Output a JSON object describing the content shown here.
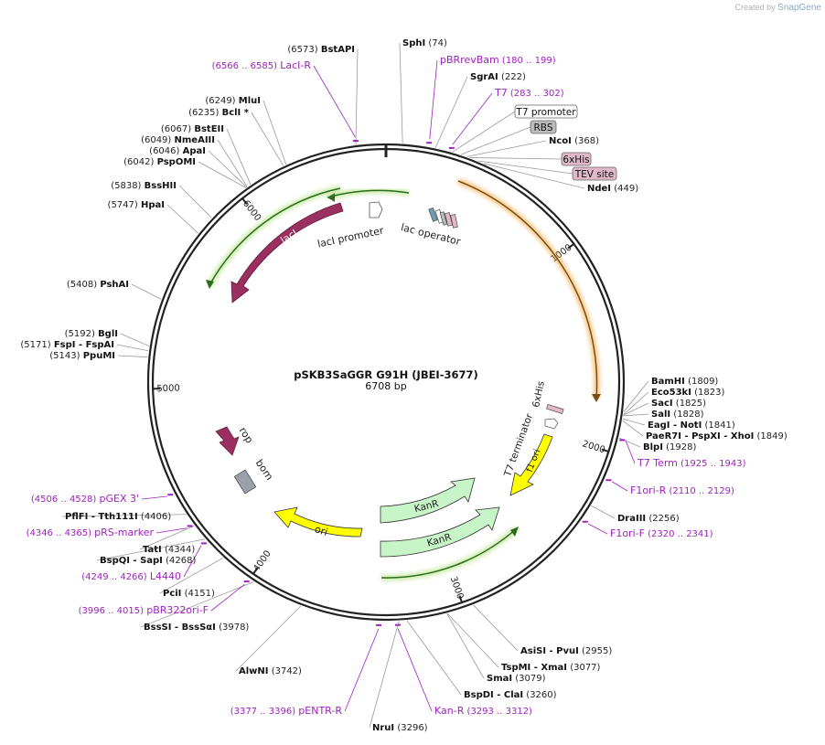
{
  "branding": {
    "created_by": "Created by",
    "app": "SnapGene"
  },
  "plasmid": {
    "name": "pSKB3SaGGR G91H (JBEI-3677)",
    "length_label": "6708 bp",
    "length": 6708
  },
  "colors": {
    "backbone": "#222222",
    "enzyme_leader": "#888888",
    "primer": "#a020c0",
    "lacI": "#9b3060",
    "ori": "#ffff00",
    "kanR": "#c8f5c8",
    "orf": "#f0a030",
    "orf_glow": "#a8e070",
    "promoter": "#ffffff",
    "rbs": "#bbbbbb",
    "hisTag": "#e0b8c8"
  },
  "ticks": [
    {
      "pos": 1000,
      "label": "1000"
    },
    {
      "pos": 2000,
      "label": "2000"
    },
    {
      "pos": 3000,
      "label": "3000"
    },
    {
      "pos": 4000,
      "label": "4000"
    },
    {
      "pos": 5000,
      "label": "5000"
    },
    {
      "pos": 6000,
      "label": "6000"
    }
  ],
  "enzymes": [
    {
      "name": "BstAPI",
      "loc": "(6573)",
      "pos": 6573
    },
    {
      "name": "SphI",
      "loc": "(74)",
      "pos": 74
    },
    {
      "name": "SgrAI",
      "loc": "(222)",
      "pos": 222
    },
    {
      "name": "NcoI",
      "loc": "(368)",
      "pos": 368
    },
    {
      "name": "NdeI",
      "loc": "(449)",
      "pos": 449
    },
    {
      "name": "MluI",
      "loc": "(6249)",
      "pos": 6249
    },
    {
      "name": "BclI *",
      "loc": "(6235)",
      "pos": 6235
    },
    {
      "name": "BstEII",
      "loc": "(6067)",
      "pos": 6067
    },
    {
      "name": "NmeAIII",
      "loc": "(6049)",
      "pos": 6049
    },
    {
      "name": "ApaI",
      "loc": "(6046)",
      "pos": 6046
    },
    {
      "name": "PspOMI",
      "loc": "(6042)",
      "pos": 6042
    },
    {
      "name": "BssHII",
      "loc": "(5838)",
      "pos": 5838
    },
    {
      "name": "HpaI",
      "loc": "(5747)",
      "pos": 5747
    },
    {
      "name": "PshAI",
      "loc": "(5408)",
      "pos": 5408
    },
    {
      "name": "BglI",
      "loc": "(5192)",
      "pos": 5192
    },
    {
      "name": "FspI - FspAI",
      "loc": "(5171)",
      "pos": 5171
    },
    {
      "name": "PpuMI",
      "loc": "(5143)",
      "pos": 5143
    },
    {
      "name": "BamHI",
      "loc": "(1809)",
      "pos": 1809
    },
    {
      "name": "Eco53kI",
      "loc": "(1823)",
      "pos": 1823
    },
    {
      "name": "SacI",
      "loc": "(1825)",
      "pos": 1825
    },
    {
      "name": "SalI",
      "loc": "(1828)",
      "pos": 1828
    },
    {
      "name": "EagI - NotI",
      "loc": "(1841)",
      "pos": 1841
    },
    {
      "name": "PaeR7I - PspXI - XhoI",
      "loc": "(1849)",
      "pos": 1849
    },
    {
      "name": "BlpI",
      "loc": "(1928)",
      "pos": 1928
    },
    {
      "name": "DraIII",
      "loc": "(2256)",
      "pos": 2256
    },
    {
      "name": "AsiSI - PvuI",
      "loc": "(2955)",
      "pos": 2955
    },
    {
      "name": "TspMI - XmaI",
      "loc": "(3077)",
      "pos": 3077
    },
    {
      "name": "SmaI",
      "loc": "(3079)",
      "pos": 3079
    },
    {
      "name": "BspDI - ClaI",
      "loc": "(3260)",
      "pos": 3260
    },
    {
      "name": "NruI",
      "loc": "(3296)",
      "pos": 3296
    },
    {
      "name": "AlwNI",
      "loc": "(3742)",
      "pos": 3742
    },
    {
      "name": "BssSI - BssSαI",
      "loc": "(3978)",
      "pos": 3978
    },
    {
      "name": "PciI",
      "loc": "(4151)",
      "pos": 4151
    },
    {
      "name": "BspQI - SapI",
      "loc": "(4268)",
      "pos": 4268
    },
    {
      "name": "TatI",
      "loc": "(4344)",
      "pos": 4344
    },
    {
      "name": "PflFI - Tth111I",
      "loc": "(4406)",
      "pos": 4406
    }
  ],
  "primers": [
    {
      "name": "LacI-R",
      "range": "(6566 .. 6585)",
      "pos": 6575
    },
    {
      "name": "pBRrevBam",
      "range": "(180 .. 199)",
      "pos": 190
    },
    {
      "name": "T7",
      "range": "(283 .. 302)",
      "pos": 292
    },
    {
      "name": "T7 Term",
      "range": "(1925 .. 1943)",
      "pos": 1934
    },
    {
      "name": "F1ori-R",
      "range": "(2110 .. 2129)",
      "pos": 2120
    },
    {
      "name": "F1ori-F",
      "range": "(2320 .. 2341)",
      "pos": 2330
    },
    {
      "name": "Kan-R",
      "range": "(3293 .. 3312)",
      "pos": 3302
    },
    {
      "name": "pENTR-R",
      "range": "(3377 .. 3396)",
      "pos": 3386
    },
    {
      "name": "pBR322ori-F",
      "range": "(3996 .. 4015)",
      "pos": 4005
    },
    {
      "name": "L4440",
      "range": "(4249 .. 4266)",
      "pos": 4257
    },
    {
      "name": "pRS-marker",
      "range": "(4346 .. 4365)",
      "pos": 4355
    },
    {
      "name": "pGEX 3'",
      "range": "(4506 .. 4528)",
      "pos": 4517
    }
  ],
  "features": [
    {
      "name": "T7 promoter",
      "style": "box",
      "fill": "#ffffff",
      "pos": 300
    },
    {
      "name": "RBS",
      "style": "box",
      "fill": "#bbbbbb",
      "pos": 340
    },
    {
      "name": "6xHis",
      "style": "box",
      "fill": "#e0b8c8",
      "pos": 380
    },
    {
      "name": "TEV site",
      "style": "box",
      "fill": "#e0b8c8",
      "pos": 420
    }
  ],
  "inner_labels": {
    "lacI": "lacI",
    "lacI_promoter": "lacI promoter",
    "lac_operator": "lac operator",
    "six_his": "6xHis",
    "t7_terminator": "T7 terminator",
    "f1_ori": "f1 ori",
    "rop": "rop",
    "bom": "bom",
    "ori": "ori",
    "kanR_top": "KanR",
    "kanR_bottom": "KanR"
  }
}
